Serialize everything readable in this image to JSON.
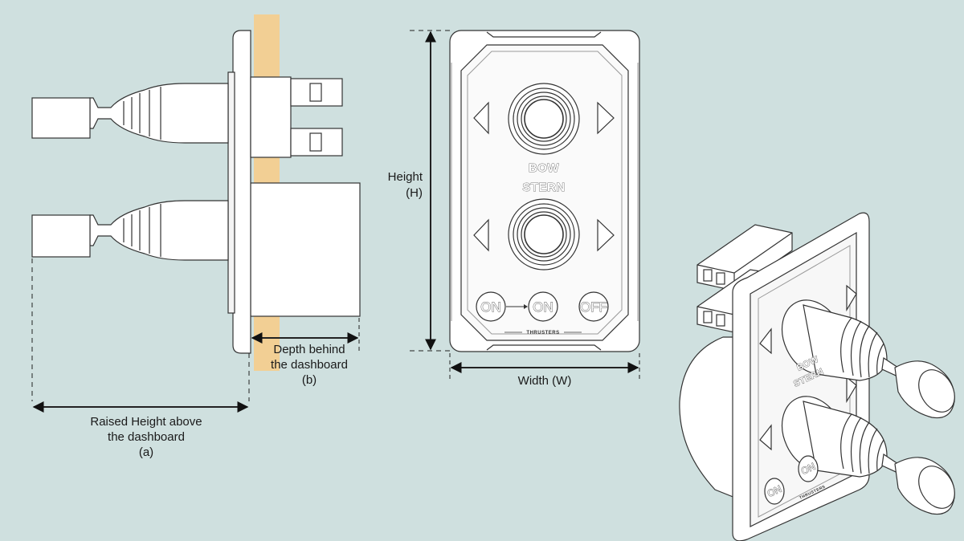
{
  "colors": {
    "background": "#cfe0df",
    "dashboard": "#f2cf94",
    "line": "#333333",
    "part_fill": "#ffffff",
    "part_shade": "#e9e9e9"
  },
  "side_view": {
    "depth_label_line1": "Depth behind",
    "depth_label_line2": "the dashboard",
    "depth_label_line3": "(b)",
    "raised_label_line1": "Raised Height above",
    "raised_label_line2": "the dashboard",
    "raised_label_line3": "(a)"
  },
  "front_view": {
    "height_label_line1": "Height",
    "height_label_line2": "(H)",
    "width_label": "Width (W)",
    "panel_text_bow": "BOW",
    "panel_text_stern": "STERN",
    "button_on_1": "ON",
    "button_on_2": "ON",
    "button_off": "OFF",
    "brand_text": "THRUSTERS"
  },
  "iso_view": {
    "text_bow": "BOW",
    "text_stern": "STERN",
    "button_on_1": "ON",
    "button_on_2": "ON",
    "brand_text": "THRUSTERS"
  }
}
